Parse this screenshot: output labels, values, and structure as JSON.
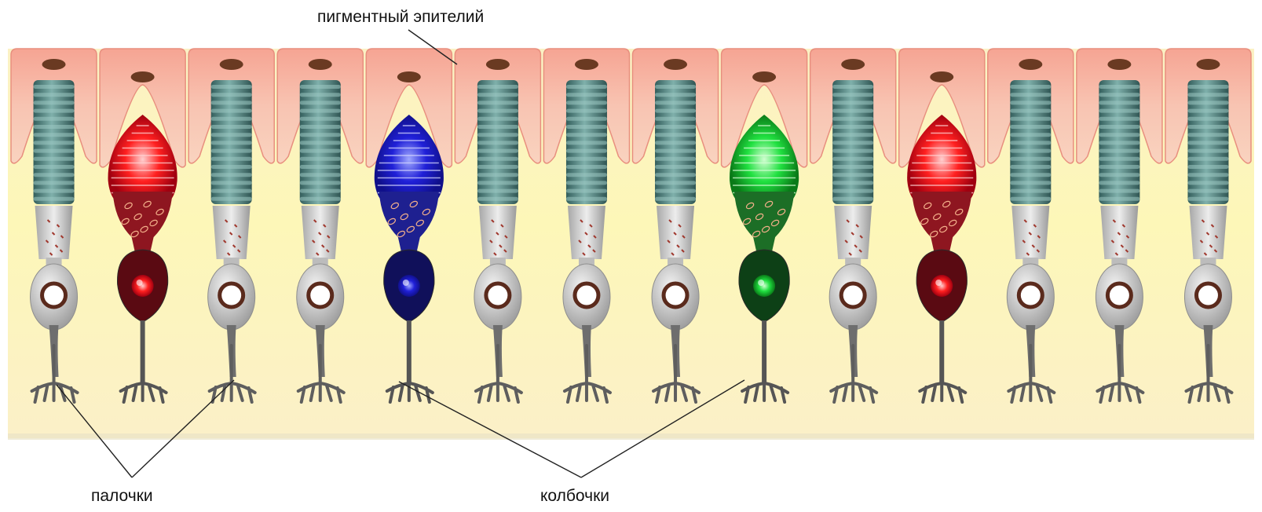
{
  "labels": {
    "pigment_epithelium": "пигментный эпителий",
    "rods": "палочки",
    "cones": "колбочки"
  },
  "cells": [
    {
      "kind": "rod"
    },
    {
      "kind": "cone",
      "color": "red"
    },
    {
      "kind": "rod"
    },
    {
      "kind": "rod"
    },
    {
      "kind": "cone",
      "color": "blue"
    },
    {
      "kind": "rod"
    },
    {
      "kind": "rod"
    },
    {
      "kind": "rod"
    },
    {
      "kind": "cone",
      "color": "green"
    },
    {
      "kind": "rod"
    },
    {
      "kind": "cone",
      "color": "red"
    },
    {
      "kind": "rod"
    },
    {
      "kind": "rod"
    },
    {
      "kind": "rod"
    }
  ],
  "colors": {
    "red": "#e0202a",
    "blue": "#2a2ad0",
    "green": "#22c030",
    "rod_outer": "#4e8784",
    "epithelium": "#f5b7a6",
    "background": "#fdf4bf",
    "melanin": "#6a3a22"
  }
}
